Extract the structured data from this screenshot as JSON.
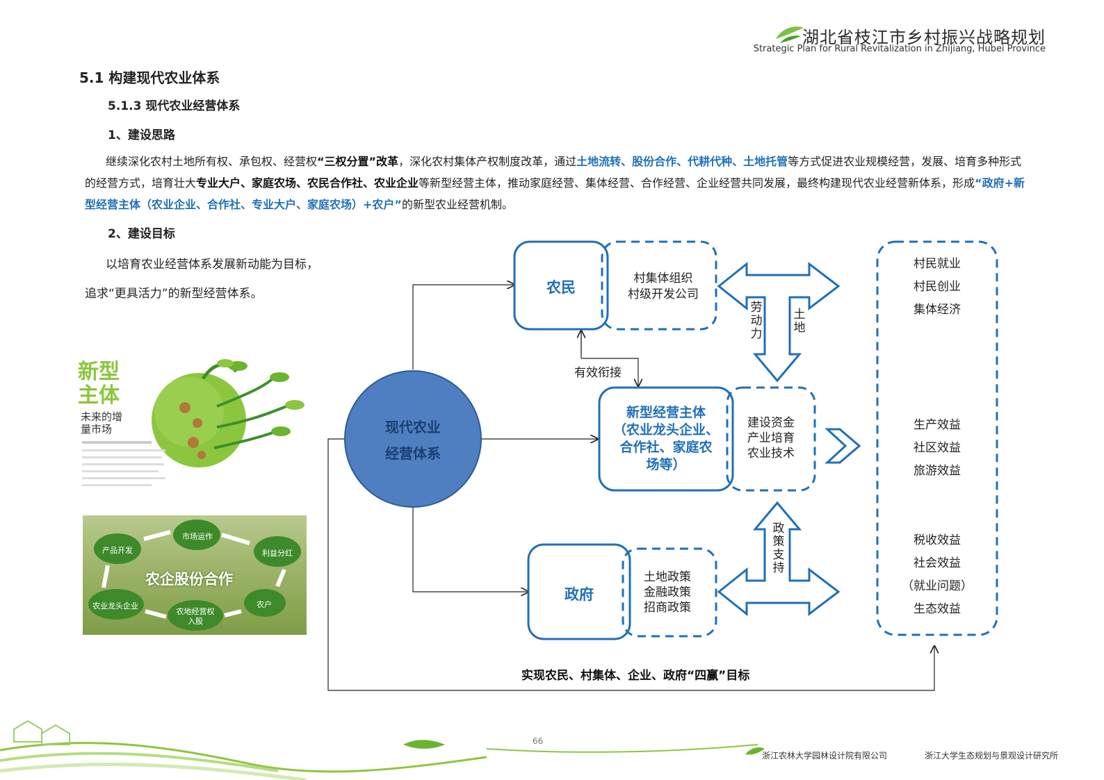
{
  "header": {
    "title": "湖北省枝江市乡村振兴战略规划",
    "subtitle": "Strategic Plan for Rural Revitalization in Zhijiang, Hubei Province"
  },
  "section": {
    "h1": "5.1  构建现代农业体系",
    "h2": "5.1.3  现代农业经营体系",
    "h3_1": "1、建设思路",
    "h3_2": "2、建设目标"
  },
  "paragraph": {
    "p1_a": "继续深化农村土地所有权、承包权、经营权",
    "p1_b": "“三权分置”改革",
    "p1_c": "，深化农村集体产权制度改革，通过",
    "p1_d": "土地流转、股份合作、代耕代种、土地托管",
    "p1_e": "等方式促进农业规模经营，发展、培育多种形式的经营方式，培育壮大",
    "p1_f": "专业大户、家庭农场、农民合作社、农业企业",
    "p1_g": "等新型经营主体，推动家庭经营、集体经营、合作经营、企业经营共同发展，最终构建现代农业经营新体系，形成",
    "p1_h": "“政府+新型经营主体（农业企业、合作社、专业大户、家庭农场）+农户”",
    "p1_i": "的新型农业经营机制。"
  },
  "goal": {
    "line1": "以培育农业经营体系发展新动能为目标，",
    "line2": "追求“更具活力”的新型经营体系。"
  },
  "photo1": {
    "title_line1": "新型",
    "title_line2": "主体",
    "caption_line1": "未来的增",
    "caption_line2": "量市场"
  },
  "photo2": {
    "center": "农企股份合作",
    "nodes": [
      "市场运作",
      "利益分红",
      "农户",
      "农地经营权入股",
      "农业龙头企业",
      "产品开发"
    ]
  },
  "diagram": {
    "center_line1": "现代农业",
    "center_line2": "经营体系",
    "farmer": "农民",
    "farmer_side": [
      "村集体组织",
      "村级开发公司"
    ],
    "link_label": "有效衔接",
    "entity": [
      "新型经营主体",
      "（农业龙头企业、",
      "合作社、家庭农",
      "场等）"
    ],
    "entity_side": [
      "建设资金",
      "产业培育",
      "农业技术"
    ],
    "gov": "政府",
    "gov_side": [
      "土地政策",
      "金融政策",
      "招商政策"
    ],
    "arrow_labor": "劳动力",
    "arrow_land": "土地",
    "arrow_policy": "政策支持",
    "result1": [
      "村民就业",
      "村民创业",
      "集体经济"
    ],
    "result2": [
      "生产效益",
      "社区效益",
      "旅游效益"
    ],
    "result3": [
      "税收效益",
      "社会效益",
      "（就业问题）",
      "生态效益"
    ],
    "goal_text": "实现农民、村集体、企业、政府“四赢”目标"
  },
  "footer": {
    "page": "66",
    "org1": "浙江农林大学园林设计院有限公司",
    "org2": "浙江大学生态规划与景观设计研究所"
  },
  "colors": {
    "blue": "#1f6fb8",
    "circle": "#4f7fc0",
    "green": "#6ab42e"
  }
}
